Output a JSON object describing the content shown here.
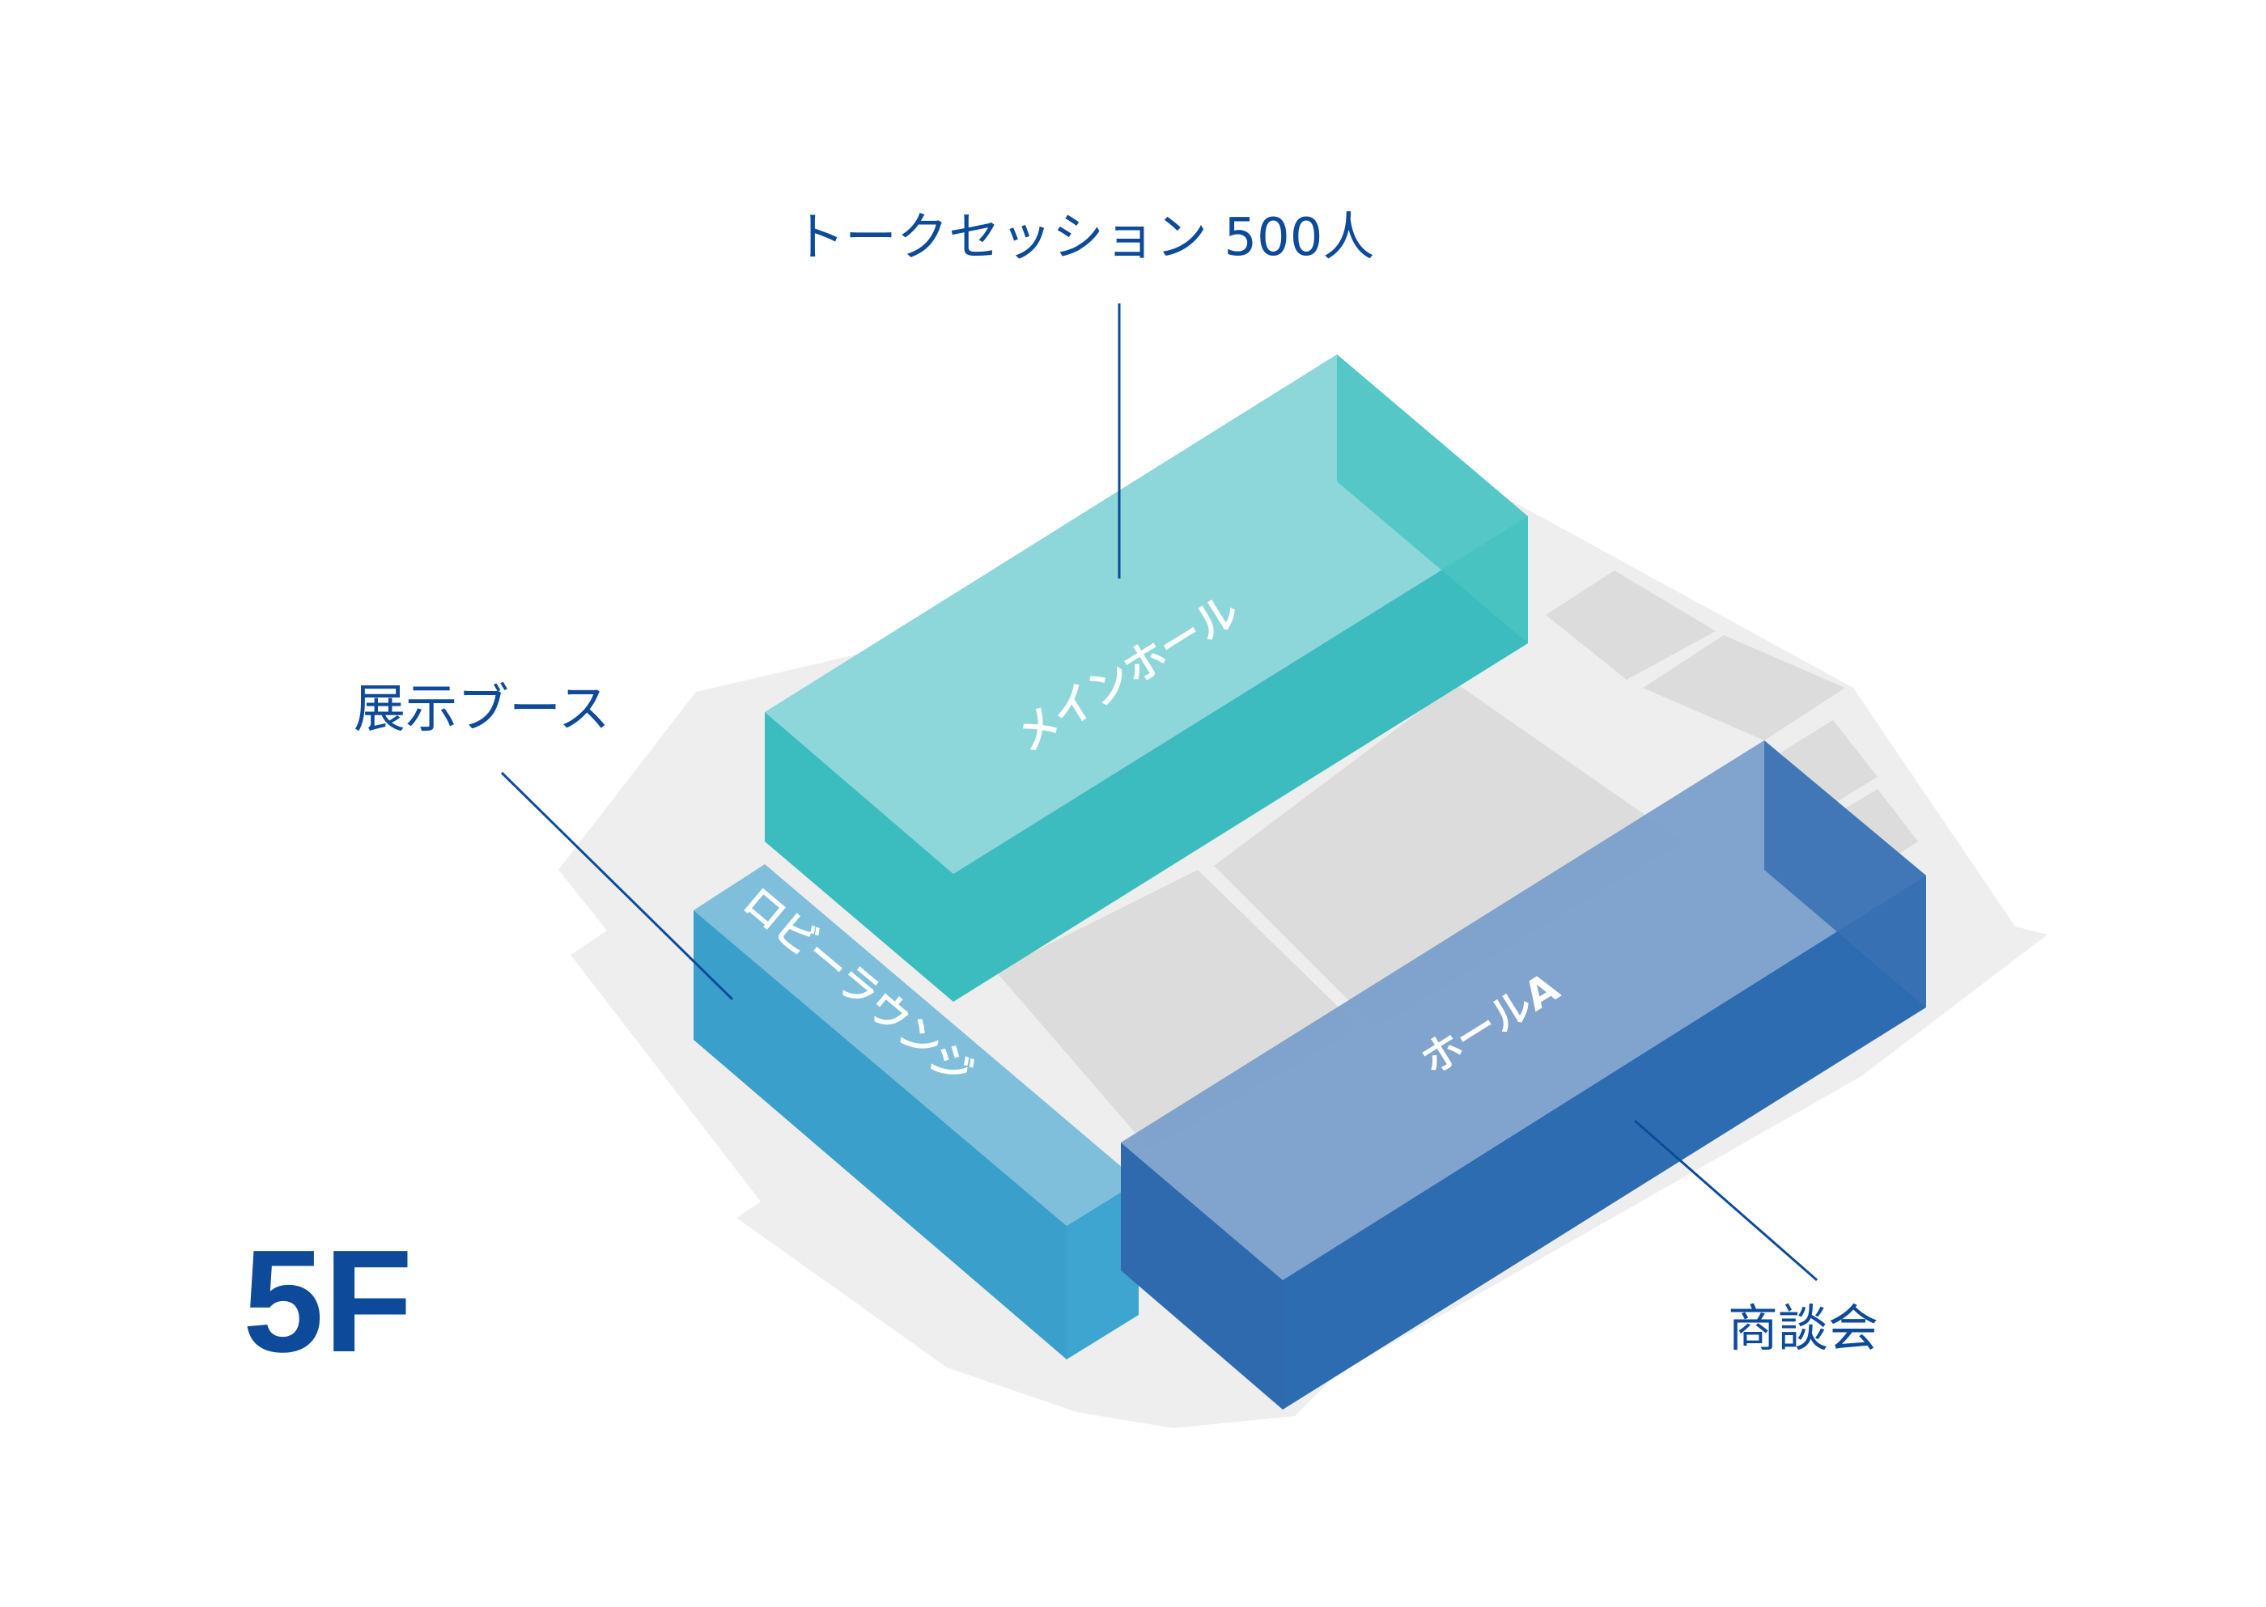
{
  "floor_label": "5F",
  "callouts": {
    "talk_session": "トークセッション 500人",
    "exhibit_booth": "展示ブース",
    "business_meeting": "商談会"
  },
  "rooms": {
    "main_hall": "メインホール",
    "lobby_lounge": "ロビーラウンジ",
    "hall_a": "ホールA"
  },
  "colors": {
    "main_hall": "#3bbcbf",
    "lobby_lounge": "#3a9fcb",
    "hall_a": "#2f6aaf",
    "floor_plate": "#eeeeee",
    "floor_rooms": "#dcdcdc",
    "label_text": "#0d4b9a",
    "leader_line": "#0d4b9a"
  }
}
